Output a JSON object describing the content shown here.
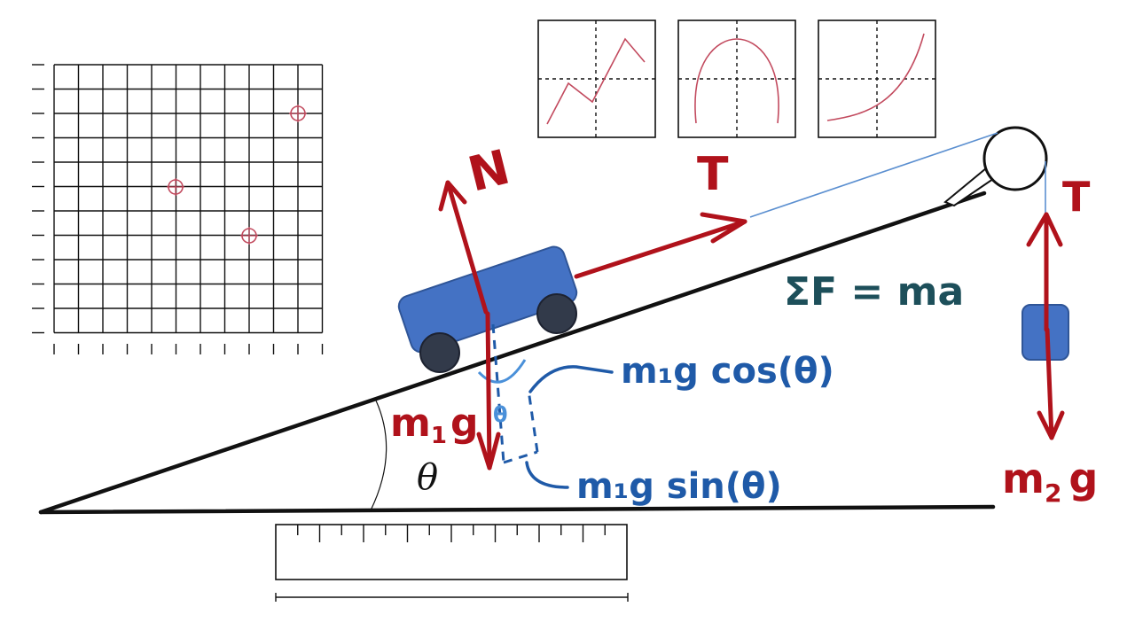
{
  "labels": {
    "normal": "N",
    "tension_cart": "T",
    "tension_hanging": "T",
    "weight1_m": "m",
    "weight1_sub": "1",
    "weight1_g": "g",
    "weight2_m": "m",
    "weight2_sub": "2",
    "weight2_g": "g",
    "cos_component": "m₁g cos(θ)",
    "sin_component": "m₁g sin(θ)",
    "small_theta": "θ",
    "incline_theta": "θ",
    "newton_law": "ΣF = ma"
  },
  "colors": {
    "force_red": "#b0121b",
    "annot_blue": "#1f5aa8",
    "cart_blue": "#4472c4",
    "cart_edge": "#2f5597",
    "wheel": "#323a4a",
    "rope": "#5b8fd0",
    "graph_red": "#c24a5e",
    "law_teal": "#1d4f5a"
  },
  "icons": {
    "cart": "cart-icon",
    "pulley": "pulley-icon",
    "hanging_mass": "hanging-mass-icon",
    "ruler": "ruler-icon",
    "grid": "grid-panel"
  }
}
